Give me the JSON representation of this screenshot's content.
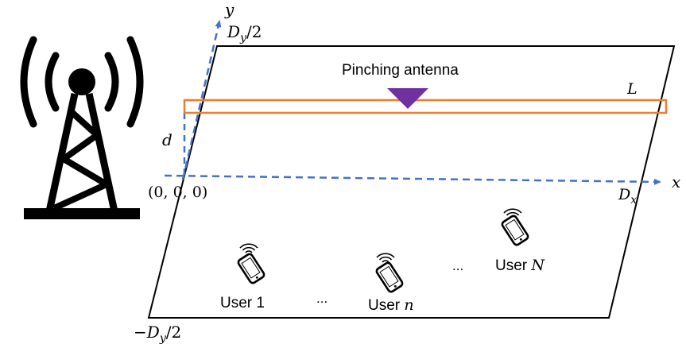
{
  "labels": {
    "y_axis": "y",
    "x_axis": "x",
    "dy_top_main": "D",
    "dy_top_sub": "y",
    "dy_top_tail": "/2",
    "dy_bottom_minus": "−",
    "dy_bottom_main": "D",
    "dy_bottom_sub": "y",
    "dy_bottom_tail": "/2",
    "dx_main": "D",
    "dx_sub": "x",
    "length": "L",
    "height": "d",
    "origin": "(0, 0, 0)",
    "pinching_antenna": "Pinching antenna",
    "ellipsis_1": "...",
    "ellipsis_2": "...",
    "user_1": "User 1",
    "user_n_prefix": "User ",
    "user_n_var": "n",
    "user_N_prefix": "User ",
    "user_N_var": "N"
  },
  "colors": {
    "waveguide": "#ED7D31",
    "axis": "#4472C4",
    "antenna": "#7030A0",
    "ink": "#000000"
  },
  "icons": {
    "base_station": "cell-tower-icon",
    "user": "smartphone-icon"
  }
}
